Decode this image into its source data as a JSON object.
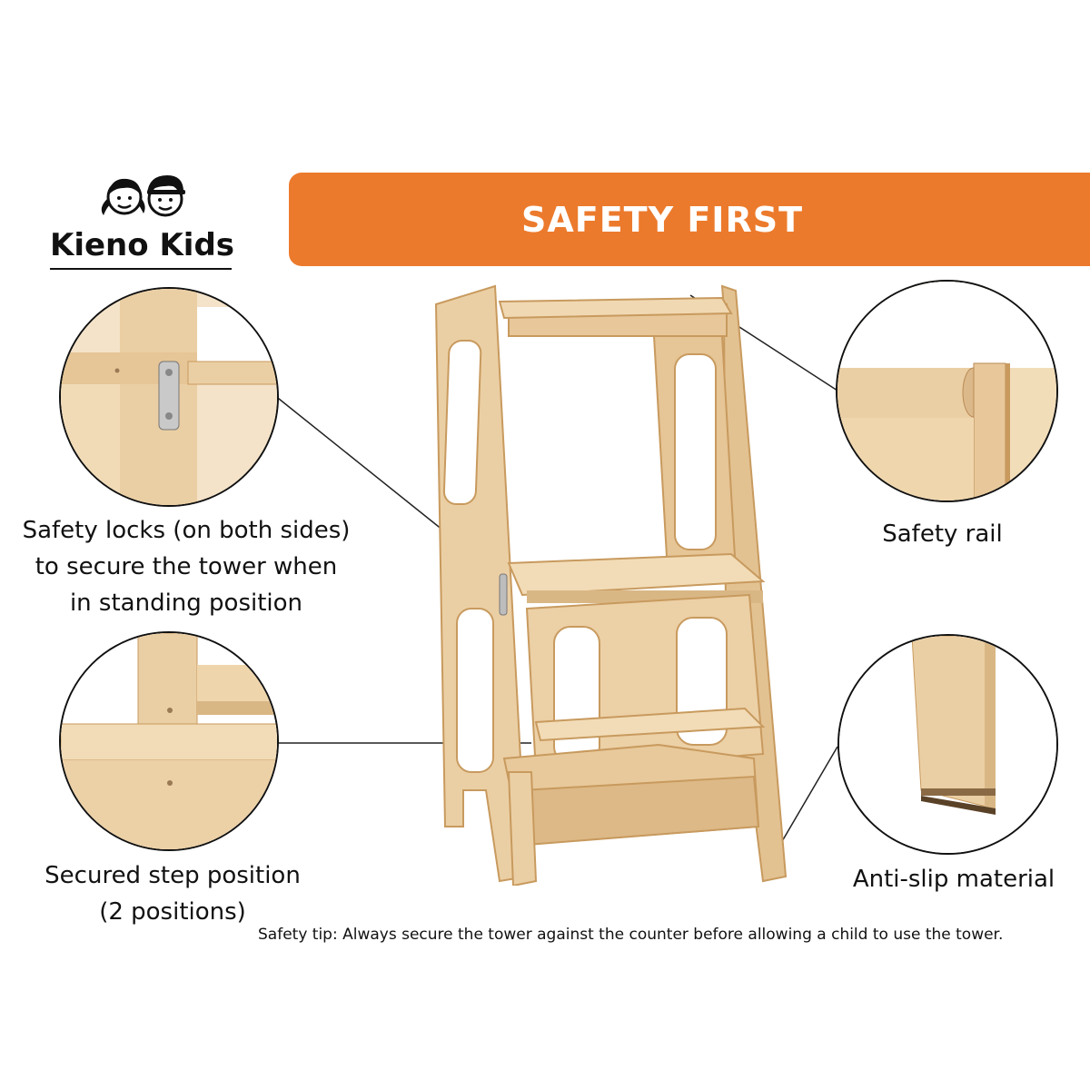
{
  "brand": {
    "name": "Kieno Kids",
    "logo_icon": "two-kids-faces-icon"
  },
  "banner": {
    "title": "SAFETY FIRST",
    "color": "#ec7a2c"
  },
  "features": {
    "safety_locks": {
      "line1": "Safety locks (on both sides)",
      "line2": "to secure the tower when",
      "line3": "in standing position"
    },
    "safety_rail": {
      "line1": "Safety rail"
    },
    "secured_step": {
      "line1": "Secured step position",
      "line2": "(2 positions)"
    },
    "anti_slip": {
      "line1": "Anti-slip material"
    }
  },
  "footer": {
    "tip": "Safety tip: Always secure the tower against  the counter before allowing a child to use the tower."
  },
  "colors": {
    "wood": "#ebcfa4",
    "wood_dark": "#d9b785",
    "wood_edge": "#c89a5e"
  }
}
